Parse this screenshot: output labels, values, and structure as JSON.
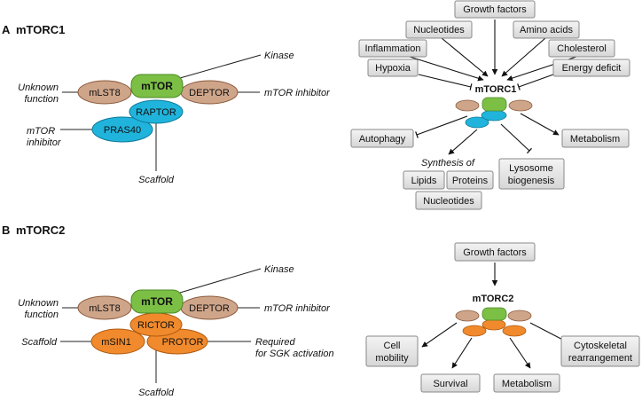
{
  "colors": {
    "mtor": "#7cbf45",
    "mlst8": "#cfa58a",
    "deptor": "#cfa58a",
    "raptor": "#20b4dc",
    "pras40": "#20b4dc",
    "rictor": "#f08a2c",
    "msin1": "#f08a2c",
    "protor": "#f08a2c",
    "box_fill": "#e4e4e4",
    "box_stroke": "#8a8a8a"
  },
  "panel_a": {
    "letter": "A",
    "title": "mTORC1",
    "subunits": {
      "mtor": "mTOR",
      "mlst8": "mLST8",
      "deptor": "DEPTOR",
      "raptor": "RAPTOR",
      "pras40": "PRAS40"
    },
    "labels": {
      "kinase": "Kinase",
      "unknown_1": "Unknown",
      "unknown_2": "function",
      "mtor_inhibitor": "mTOR inhibitor",
      "pras40_role_1": "mTOR",
      "pras40_role_2": "inhibitor",
      "scaffold": "Scaffold"
    }
  },
  "panel_a_pathway": {
    "inputs": {
      "growth_factors": "Growth factors",
      "nucleotides": "Nucleotides",
      "amino_acids": "Amino acids",
      "inflammation": "Inflammation",
      "cholesterol": "Cholesterol",
      "hypoxia": "Hypoxia",
      "energy_deficit": "Energy deficit"
    },
    "center": "mTORC1",
    "outputs": {
      "autophagy": "Autophagy",
      "metabolism": "Metabolism",
      "synthesis_label": "Synthesis of",
      "lipids": "Lipids",
      "proteins": "Proteins",
      "nucleotides": "Nucleotides",
      "lysosome_1": "Lysosome",
      "lysosome_2": "biogenesis"
    }
  },
  "panel_b": {
    "letter": "B",
    "title": "mTORC2",
    "subunits": {
      "mtor": "mTOR",
      "mlst8": "mLST8",
      "deptor": "DEPTOR",
      "rictor": "RICTOR",
      "msin1": "mSIN1",
      "protor": "PROTOR"
    },
    "labels": {
      "kinase": "Kinase",
      "unknown_1": "Unknown",
      "unknown_2": "function",
      "mtor_inhibitor": "mTOR inhibitor",
      "scaffold_left": "Scaffold",
      "required_1": "Required",
      "required_2": "for SGK activation",
      "scaffold_bottom": "Scaffold"
    }
  },
  "panel_b_pathway": {
    "input": "Growth factors",
    "center": "mTORC2",
    "outputs": {
      "cell_mobility_1": "Cell",
      "cell_mobility_2": "mobility",
      "cytoskeletal_1": "Cytoskeletal",
      "cytoskeletal_2": "rearrangement",
      "survival": "Survival",
      "metabolism": "Metabolism"
    }
  }
}
